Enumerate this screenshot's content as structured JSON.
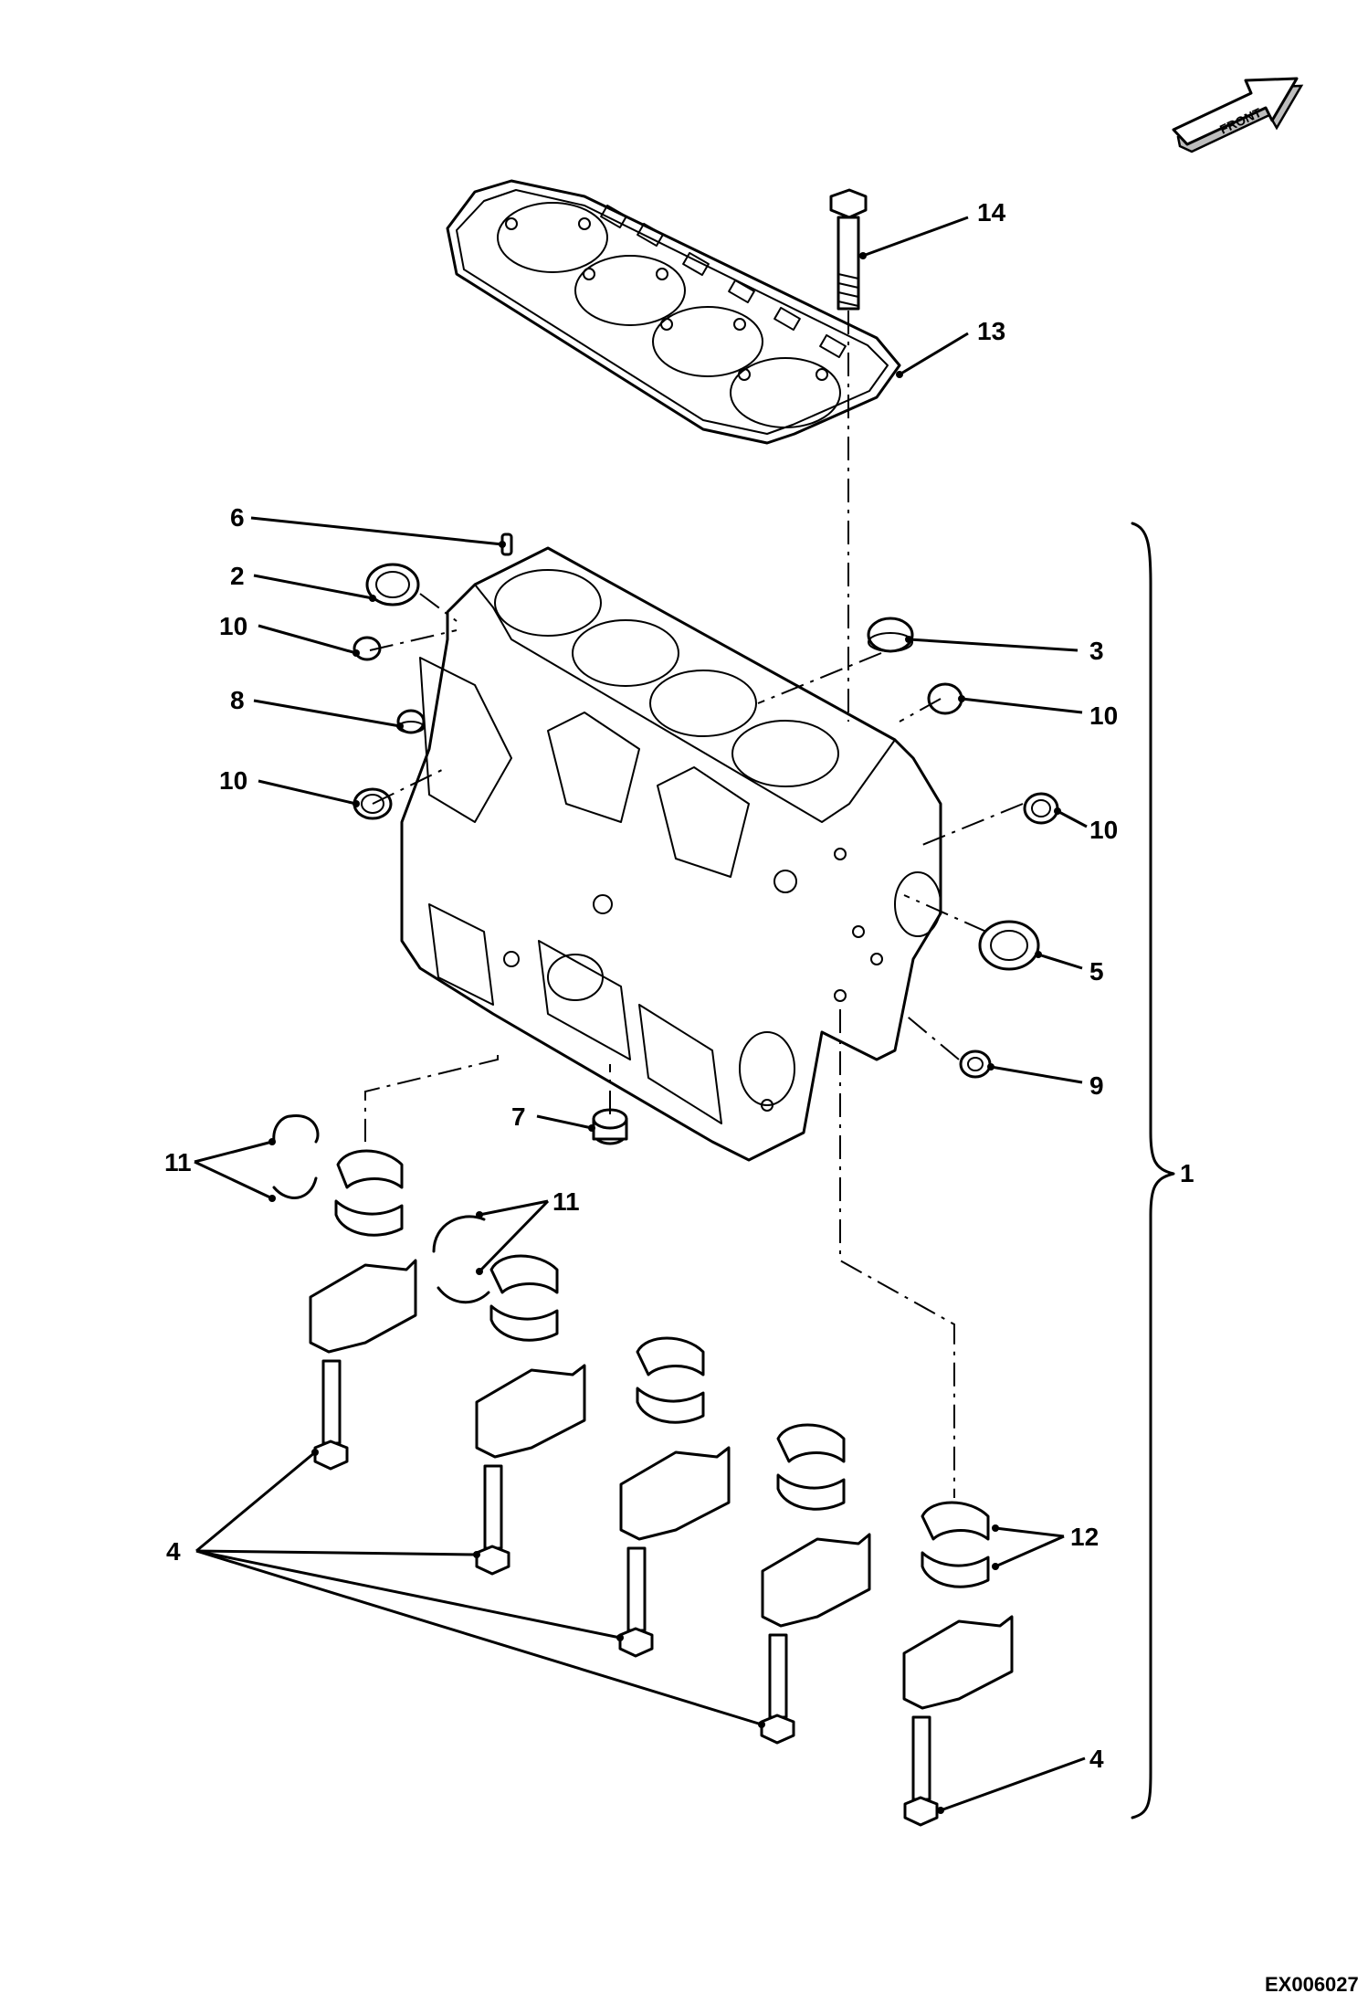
{
  "diagram": {
    "front_label": "FRONT",
    "reference_code": "EX006027",
    "callouts": {
      "c1": "1",
      "c2": "2",
      "c3": "3",
      "c4a": "4",
      "c4b": "4",
      "c5": "5",
      "c6": "6",
      "c7": "7",
      "c8": "8",
      "c9": "9",
      "c10a": "10",
      "c10b": "10",
      "c10c": "10",
      "c10d": "10",
      "c11a": "11",
      "c11b": "11",
      "c12": "12",
      "c13": "13",
      "c14": "14"
    }
  }
}
